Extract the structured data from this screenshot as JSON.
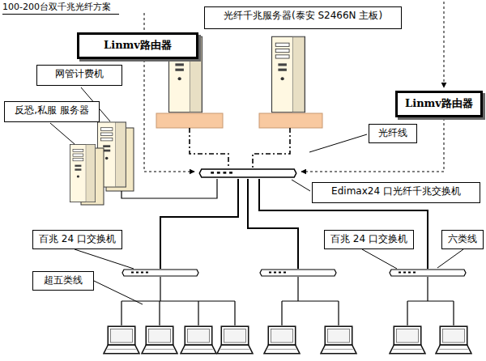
{
  "diagram": {
    "title": "100-200台双千兆光纤方案",
    "nodes": [
      {
        "text": [
          "光纤千兆服务器(泰安 S2466N 主板)"
        ]
      },
      {
        "text": [
          "Linmv路由器"
        ]
      },
      {
        "text": [
          "网管计费机"
        ]
      },
      {
        "text": [
          "反恐,私服 服务器"
        ]
      },
      {
        "text": [
          "Linmv路由器"
        ]
      },
      {
        "text": [
          "光纤线"
        ]
      },
      {
        "text": [
          "Edimax24 口光纤千兆交换机"
        ]
      },
      {
        "text": [
          "百兆 24 口交换机"
        ]
      },
      {
        "text": [
          "百兆 24 口交换机"
        ]
      },
      {
        "text": [
          "六类线"
        ]
      },
      {
        "text": [
          "超五类线"
        ]
      }
    ]
  }
}
